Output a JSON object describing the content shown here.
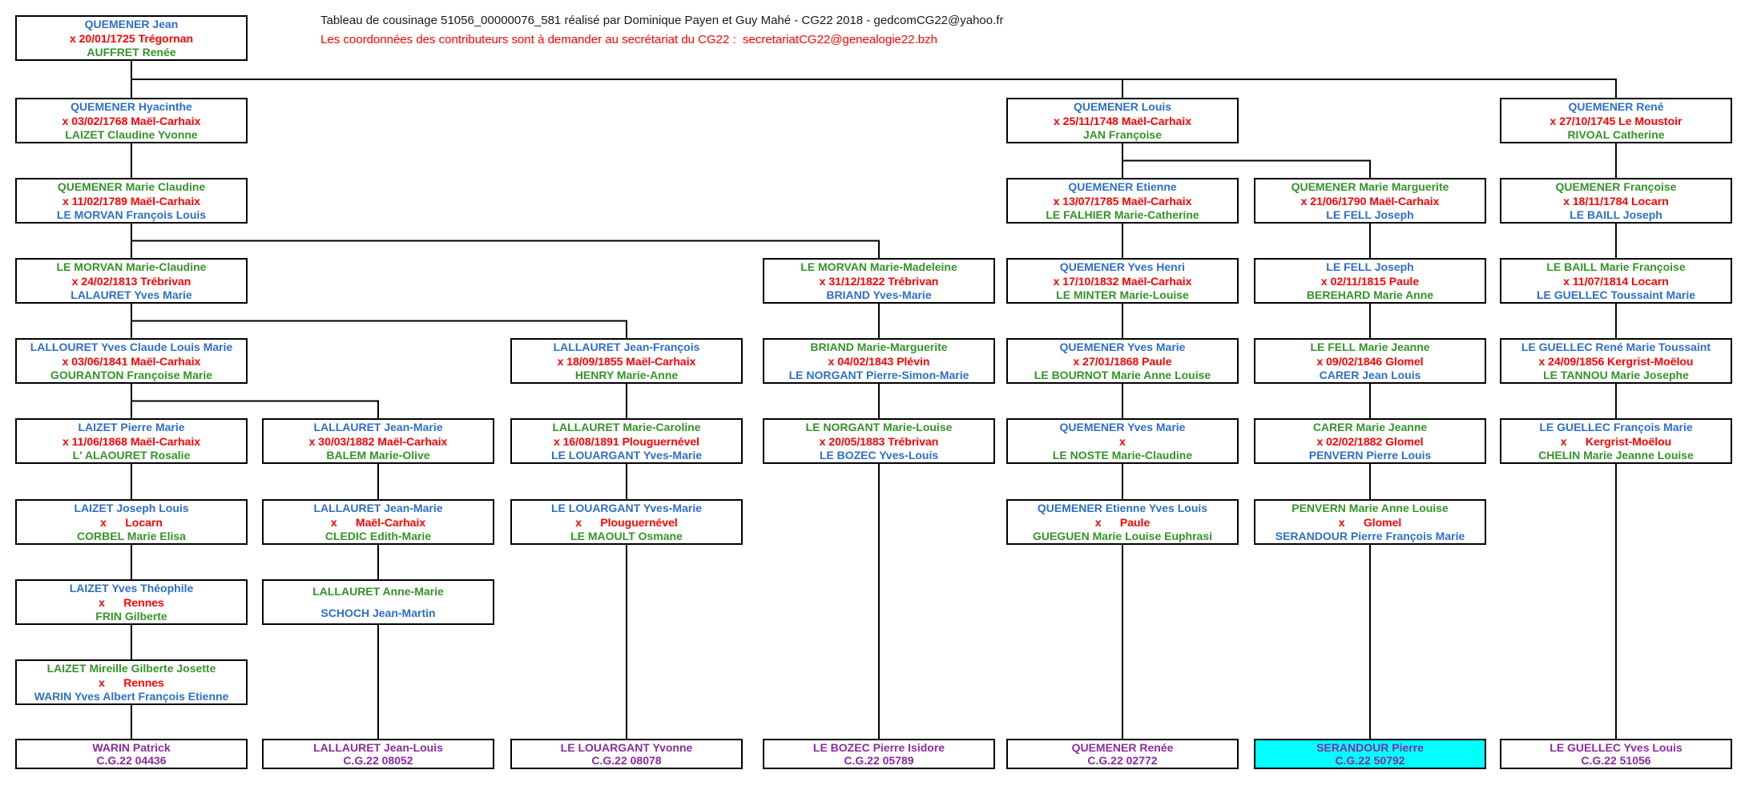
{
  "header": {
    "line1": "Tableau de cousinage 51056_00000076_581 réalisé par Dominique Payen et Guy Mahé - CG22 2018 - gedcomCG22@yahoo.fr",
    "line2": "Les coordonnées des contributeurs sont à demander au secrétariat du CG22 :  secretariatCG22@genealogie22.bzh"
  },
  "colors": {
    "name_blue": "#2E6FC9",
    "event_red": "#FF0000",
    "name_green": "#339428",
    "ref_purple": "#8B2BA0",
    "highlight_cyan": "#00FFFF",
    "line_black": "#000000"
  },
  "tree": {
    "boxes": [
      {
        "id": "r0c0",
        "row": 0,
        "col": 0,
        "parent": null,
        "highlight": false,
        "lines": [
          {
            "text": "QUEMENER Jean",
            "color": "blue"
          },
          {
            "text": "x 20/01/1725 Trégornan",
            "color": "red"
          },
          {
            "text": "AUFFRET Renée",
            "color": "green"
          }
        ]
      },
      {
        "id": "r1c0",
        "row": 1,
        "col": 0,
        "parent": "r0c0",
        "highlight": false,
        "lines": [
          {
            "text": "QUEMENER Hyacinthe",
            "color": "blue"
          },
          {
            "text": "x 03/02/1768 Maël-Carhaix",
            "color": "red"
          },
          {
            "text": "LAIZET Claudine Yvonne",
            "color": "green"
          }
        ]
      },
      {
        "id": "r1c4",
        "row": 1,
        "col": 4,
        "parent": "r0c0",
        "highlight": false,
        "lines": [
          {
            "text": "QUEMENER Louis",
            "color": "blue"
          },
          {
            "text": "x 25/11/1748 Maël-Carhaix",
            "color": "red"
          },
          {
            "text": "JAN Françoise",
            "color": "green"
          }
        ]
      },
      {
        "id": "r1c6",
        "row": 1,
        "col": 6,
        "parent": "r0c0",
        "highlight": false,
        "lines": [
          {
            "text": "QUEMENER René",
            "color": "blue"
          },
          {
            "text": "x 27/10/1745 Le Moustoir",
            "color": "red"
          },
          {
            "text": "RIVOAL Catherine",
            "color": "green"
          }
        ]
      },
      {
        "id": "r2c0",
        "row": 2,
        "col": 0,
        "parent": "r1c0",
        "highlight": false,
        "lines": [
          {
            "text": "QUEMENER Marie Claudine",
            "color": "green"
          },
          {
            "text": "x 11/02/1789 Maël-Carhaix",
            "color": "red"
          },
          {
            "text": "LE MORVAN François Louis",
            "color": "blue"
          }
        ]
      },
      {
        "id": "r2c4",
        "row": 2,
        "col": 4,
        "parent": "r1c4",
        "highlight": false,
        "lines": [
          {
            "text": "QUEMENER Etienne",
            "color": "blue"
          },
          {
            "text": "x 13/07/1785 Maël-Carhaix",
            "color": "red"
          },
          {
            "text": "LE FALHIER Marie-Catherine",
            "color": "green"
          }
        ]
      },
      {
        "id": "r2c5",
        "row": 2,
        "col": 5,
        "parent": "r1c4",
        "highlight": false,
        "lines": [
          {
            "text": "QUEMENER Marie Marguerite",
            "color": "green"
          },
          {
            "text": "x 21/06/1790 Maël-Carhaix",
            "color": "red"
          },
          {
            "text": "LE FELL Joseph",
            "color": "blue"
          }
        ]
      },
      {
        "id": "r2c6",
        "row": 2,
        "col": 6,
        "parent": "r1c6",
        "highlight": false,
        "lines": [
          {
            "text": "QUEMENER Françoise",
            "color": "green"
          },
          {
            "text": "x 18/11/1784 Locarn",
            "color": "red"
          },
          {
            "text": "LE BAILL Joseph",
            "color": "blue"
          }
        ]
      },
      {
        "id": "r3c0",
        "row": 3,
        "col": 0,
        "parent": "r2c0",
        "highlight": false,
        "lines": [
          {
            "text": "LE MORVAN Marie-Claudine",
            "color": "green"
          },
          {
            "text": "x 24/02/1813 Trébrivan",
            "color": "red"
          },
          {
            "text": "LALAURET Yves Marie",
            "color": "blue"
          }
        ]
      },
      {
        "id": "r3c3",
        "row": 3,
        "col": 3,
        "parent": "r2c0",
        "highlight": false,
        "lines": [
          {
            "text": "LE MORVAN Marie-Madeleine",
            "color": "green"
          },
          {
            "text": "x 31/12/1822 Trébrivan",
            "color": "red"
          },
          {
            "text": "BRIAND Yves-Marie",
            "color": "blue"
          }
        ]
      },
      {
        "id": "r3c4",
        "row": 3,
        "col": 4,
        "parent": "r2c4",
        "highlight": false,
        "lines": [
          {
            "text": "QUEMENER Yves Henri",
            "color": "blue"
          },
          {
            "text": "x 17/10/1832 Maël-Carhaix",
            "color": "red"
          },
          {
            "text": "LE MINTER Marie-Louise",
            "color": "green"
          }
        ]
      },
      {
        "id": "r3c5",
        "row": 3,
        "col": 5,
        "parent": "r2c5",
        "highlight": false,
        "lines": [
          {
            "text": "LE FELL Joseph",
            "color": "blue"
          },
          {
            "text": "x 02/11/1815 Paule",
            "color": "red"
          },
          {
            "text": "BEREHARD Marie Anne",
            "color": "green"
          }
        ]
      },
      {
        "id": "r3c6",
        "row": 3,
        "col": 6,
        "parent": "r2c6",
        "highlight": false,
        "lines": [
          {
            "text": "LE BAILL Marie Françoise",
            "color": "green"
          },
          {
            "text": "x 11/07/1814 Locarn",
            "color": "red"
          },
          {
            "text": "LE GUELLEC Toussaint Marie",
            "color": "blue"
          }
        ]
      },
      {
        "id": "r4c0",
        "row": 4,
        "col": 0,
        "parent": "r3c0",
        "highlight": false,
        "lines": [
          {
            "text": "LALLOURET Yves Claude Louis Marie",
            "color": "blue"
          },
          {
            "text": "x 03/06/1841 Maël-Carhaix",
            "color": "red"
          },
          {
            "text": "GOURANTON Françoise Marie",
            "color": "green"
          }
        ]
      },
      {
        "id": "r4c2",
        "row": 4,
        "col": 2,
        "parent": "r3c0",
        "highlight": false,
        "lines": [
          {
            "text": "LALLAURET Jean-François",
            "color": "blue"
          },
          {
            "text": "x 18/09/1855 Maël-Carhaix",
            "color": "red"
          },
          {
            "text": "HENRY Marie-Anne",
            "color": "green"
          }
        ]
      },
      {
        "id": "r4c3",
        "row": 4,
        "col": 3,
        "parent": "r3c3",
        "highlight": false,
        "lines": [
          {
            "text": "BRIAND Marie-Marguerite",
            "color": "green"
          },
          {
            "text": "x 04/02/1843 Plévin",
            "color": "red"
          },
          {
            "text": "LE NORGANT Pierre-Simon-Marie",
            "color": "blue"
          }
        ]
      },
      {
        "id": "r4c4",
        "row": 4,
        "col": 4,
        "parent": "r3c4",
        "highlight": false,
        "lines": [
          {
            "text": "QUEMENER Yves Marie",
            "color": "blue"
          },
          {
            "text": "x 27/01/1868 Paule",
            "color": "red"
          },
          {
            "text": "LE BOURNOT Marie Anne Louise",
            "color": "green"
          }
        ]
      },
      {
        "id": "r4c5",
        "row": 4,
        "col": 5,
        "parent": "r3c5",
        "highlight": false,
        "lines": [
          {
            "text": "LE FELL Marie Jeanne",
            "color": "green"
          },
          {
            "text": "x 09/02/1846 Glomel",
            "color": "red"
          },
          {
            "text": "CARER Jean Louis",
            "color": "blue"
          }
        ]
      },
      {
        "id": "r4c6",
        "row": 4,
        "col": 6,
        "parent": "r3c6",
        "highlight": false,
        "lines": [
          {
            "text": "LE GUELLEC René Marie Toussaint",
            "color": "blue"
          },
          {
            "text": "x 24/09/1856 Kergrist-Moëlou",
            "color": "red"
          },
          {
            "text": "LE TANNOU Marie Josephe",
            "color": "green"
          }
        ]
      },
      {
        "id": "r5c0",
        "row": 5,
        "col": 0,
        "parent": "r4c0",
        "highlight": false,
        "lines": [
          {
            "text": "LAIZET Pierre Marie",
            "color": "blue"
          },
          {
            "text": "x 11/06/1868 Maël-Carhaix",
            "color": "red"
          },
          {
            "text": "L' ALAOURET Rosalie",
            "color": "green"
          }
        ]
      },
      {
        "id": "r5c1",
        "row": 5,
        "col": 1,
        "parent": "r4c0",
        "highlight": false,
        "lines": [
          {
            "text": "LALLAURET Jean-Marie",
            "color": "blue"
          },
          {
            "text": "x 30/03/1882 Maël-Carhaix",
            "color": "red"
          },
          {
            "text": "BALEM Marie-Olive",
            "color": "green"
          }
        ]
      },
      {
        "id": "r5c2",
        "row": 5,
        "col": 2,
        "parent": "r4c2",
        "highlight": false,
        "lines": [
          {
            "text": "LALLAURET Marie-Caroline",
            "color": "green"
          },
          {
            "text": "x 16/08/1891 Plouguernével",
            "color": "red"
          },
          {
            "text": "LE LOUARGANT Yves-Marie",
            "color": "blue"
          }
        ]
      },
      {
        "id": "r5c3",
        "row": 5,
        "col": 3,
        "parent": "r4c3",
        "highlight": false,
        "lines": [
          {
            "text": "LE NORGANT Marie-Louise",
            "color": "green"
          },
          {
            "text": "x 20/05/1883 Trébrivan",
            "color": "red"
          },
          {
            "text": "LE BOZEC Yves-Louis",
            "color": "blue"
          }
        ]
      },
      {
        "id": "r5c4",
        "row": 5,
        "col": 4,
        "parent": "r4c4",
        "highlight": false,
        "lines": [
          {
            "text": "QUEMENER Yves Marie",
            "color": "blue"
          },
          {
            "text": "x",
            "color": "red"
          },
          {
            "text": "LE NOSTE Marie-Claudine",
            "color": "green"
          }
        ]
      },
      {
        "id": "r5c5",
        "row": 5,
        "col": 5,
        "parent": "r4c5",
        "highlight": false,
        "lines": [
          {
            "text": "CARER Marie Jeanne",
            "color": "green"
          },
          {
            "text": "x 02/02/1882 Glomel",
            "color": "red"
          },
          {
            "text": "PENVERN Pierre Louis",
            "color": "blue"
          }
        ]
      },
      {
        "id": "r5c6",
        "row": 5,
        "col": 6,
        "parent": "r4c6",
        "highlight": false,
        "lines": [
          {
            "text": "LE GUELLEC François Marie",
            "color": "blue"
          },
          {
            "text": "x      Kergrist-Moëlou",
            "color": "red"
          },
          {
            "text": "CHELIN Marie Jeanne Louise",
            "color": "green"
          }
        ]
      },
      {
        "id": "r6c0",
        "row": 6,
        "col": 0,
        "parent": "r5c0",
        "highlight": false,
        "lines": [
          {
            "text": "LAIZET Joseph Louis",
            "color": "blue"
          },
          {
            "text": "x      Locarn",
            "color": "red"
          },
          {
            "text": "CORBEL Marie Elisa",
            "color": "green"
          }
        ]
      },
      {
        "id": "r6c1",
        "row": 6,
        "col": 1,
        "parent": "r5c1",
        "highlight": false,
        "lines": [
          {
            "text": "LALLAURET Jean-Marie",
            "color": "blue"
          },
          {
            "text": "x      Maël-Carhaix",
            "color": "red"
          },
          {
            "text": "CLEDIC Edith-Marie",
            "color": "green"
          }
        ]
      },
      {
        "id": "r6c2",
        "row": 6,
        "col": 2,
        "parent": "r5c2",
        "highlight": false,
        "lines": [
          {
            "text": "LE LOUARGANT Yves-Marie",
            "color": "blue"
          },
          {
            "text": "x      Plouguernével",
            "color": "red"
          },
          {
            "text": "LE MAOULT Osmane",
            "color": "green"
          }
        ]
      },
      {
        "id": "r6c4",
        "row": 6,
        "col": 4,
        "parent": "r5c4",
        "highlight": false,
        "lines": [
          {
            "text": "QUEMENER Etienne Yves Louis",
            "color": "blue"
          },
          {
            "text": "x      Paule",
            "color": "red"
          },
          {
            "text": "GUEGUEN Marie Louise Euphrasi",
            "color": "green"
          }
        ]
      },
      {
        "id": "r6c5",
        "row": 6,
        "col": 5,
        "parent": "r5c5",
        "highlight": false,
        "lines": [
          {
            "text": "PENVERN Marie Anne Louise",
            "color": "green"
          },
          {
            "text": "x      Glomel",
            "color": "red"
          },
          {
            "text": "SERANDOUR Pierre François Marie",
            "color": "blue"
          }
        ]
      },
      {
        "id": "r7c0",
        "row": 7,
        "col": 0,
        "parent": "r6c0",
        "highlight": false,
        "lines": [
          {
            "text": "LAIZET Yves Théophile",
            "color": "blue"
          },
          {
            "text": "x      Rennes",
            "color": "red"
          },
          {
            "text": "FRIN Gilberte",
            "color": "green"
          }
        ]
      },
      {
        "id": "r7c1",
        "row": 7,
        "col": 1,
        "parent": "r6c1",
        "highlight": false,
        "lines": [
          {
            "text": "LALLAURET Anne-Marie",
            "color": "green"
          },
          {
            "text": "",
            "color": "red"
          },
          {
            "text": "SCHOCH Jean-Martin",
            "color": "blue"
          }
        ]
      },
      {
        "id": "r8c0",
        "row": 8,
        "col": 0,
        "parent": "r7c0",
        "highlight": false,
        "lines": [
          {
            "text": "LAIZET Mireille Gilberte Josette",
            "color": "green"
          },
          {
            "text": "x      Rennes",
            "color": "red"
          },
          {
            "text": "WARIN Yves Albert François Etienne",
            "color": "blue"
          }
        ]
      },
      {
        "id": "r9c0",
        "row": 9,
        "col": 0,
        "parent": "r8c0",
        "highlight": false,
        "lines": [
          {
            "text": "WARIN Patrick",
            "color": "purple"
          },
          {
            "text": "C.G.22 04436",
            "color": "purple"
          }
        ]
      },
      {
        "id": "r9c1",
        "row": 9,
        "col": 1,
        "parent": "r7c1",
        "highlight": false,
        "lines": [
          {
            "text": "LALLAURET Jean-Louis",
            "color": "purple"
          },
          {
            "text": "C.G.22 08052",
            "color": "purple"
          }
        ]
      },
      {
        "id": "r9c2",
        "row": 9,
        "col": 2,
        "parent": "r6c2",
        "highlight": false,
        "lines": [
          {
            "text": "LE LOUARGANT Yvonne",
            "color": "purple"
          },
          {
            "text": "C.G.22 08078",
            "color": "purple"
          }
        ]
      },
      {
        "id": "r9c3",
        "row": 9,
        "col": 3,
        "parent": "r5c3",
        "highlight": false,
        "lines": [
          {
            "text": "LE BOZEC Pierre Isidore",
            "color": "purple"
          },
          {
            "text": "C.G.22 05789",
            "color": "purple"
          }
        ]
      },
      {
        "id": "r9c4",
        "row": 9,
        "col": 4,
        "parent": "r6c4",
        "highlight": false,
        "lines": [
          {
            "text": "QUEMENER Renée",
            "color": "purple"
          },
          {
            "text": "C.G.22 02772",
            "color": "purple"
          }
        ]
      },
      {
        "id": "r9c5",
        "row": 9,
        "col": 5,
        "parent": "r6c5",
        "highlight": true,
        "lines": [
          {
            "text": "SERANDOUR Pierre",
            "color": "purple"
          },
          {
            "text": "C.G.22 50792",
            "color": "purple"
          }
        ]
      },
      {
        "id": "r9c6",
        "row": 9,
        "col": 6,
        "parent": "r5c6",
        "highlight": false,
        "lines": [
          {
            "text": "LE GUELLEC Yves Louis",
            "color": "purple"
          },
          {
            "text": "C.G.22 51056",
            "color": "purple"
          }
        ]
      }
    ]
  }
}
